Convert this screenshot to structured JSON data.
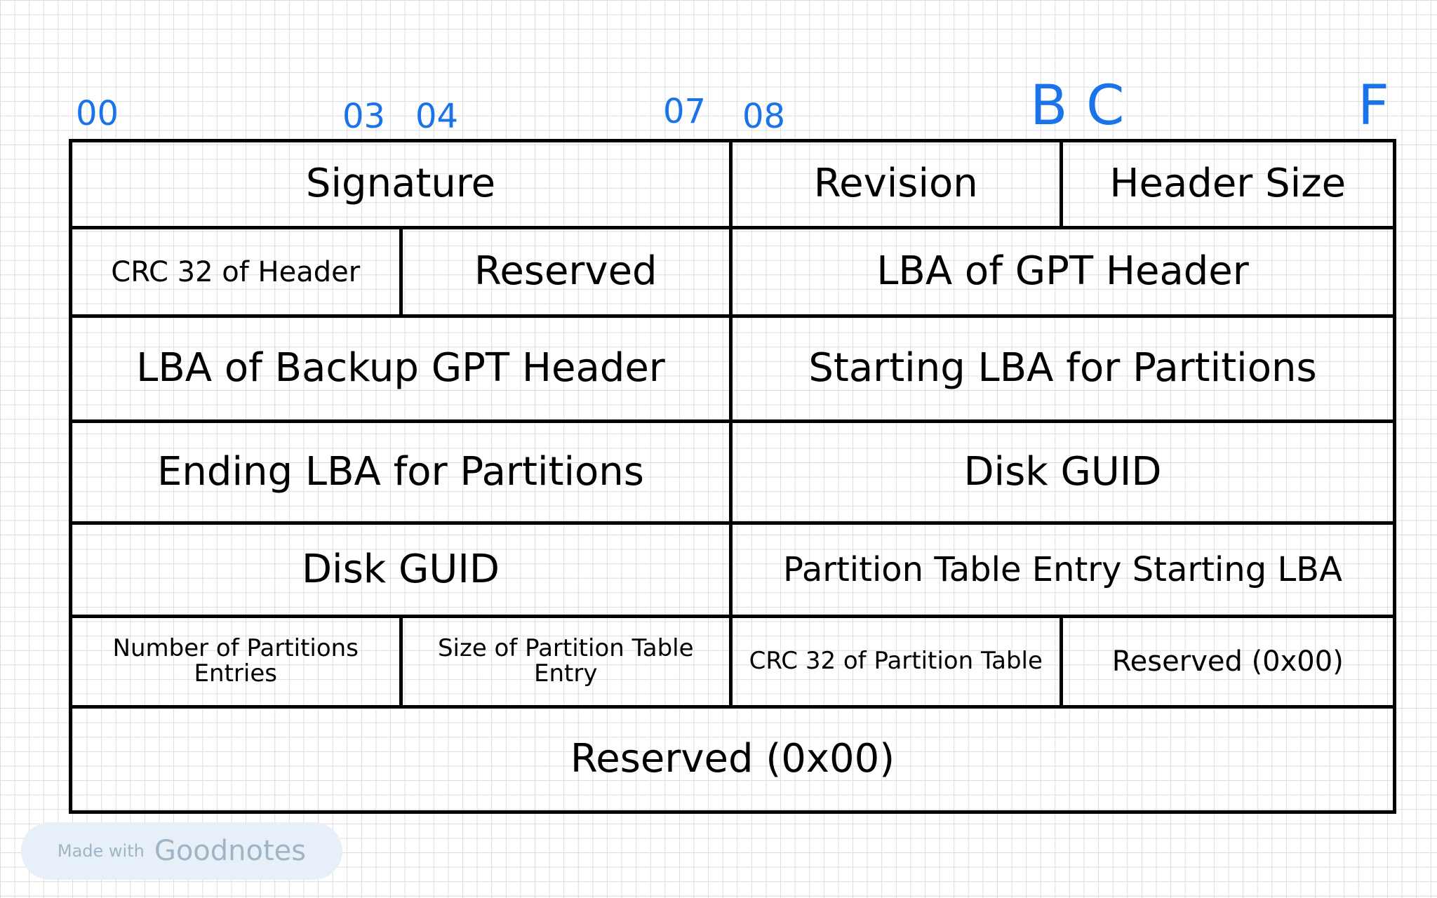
{
  "offsets": [
    "00",
    "03",
    "04",
    "07",
    "08",
    "B",
    "C",
    "F"
  ],
  "rows": [
    [
      {
        "label": "Signature",
        "span": 8
      },
      {
        "label": "Revision",
        "span": 4
      },
      {
        "label": "Header Size",
        "span": 4
      }
    ],
    [
      {
        "label": "CRC 32 of Header",
        "span": 4
      },
      {
        "label": "Reserved",
        "span": 4
      },
      {
        "label": "LBA of GPT Header",
        "span": 8
      }
    ],
    [
      {
        "label": "LBA of Backup GPT Header",
        "span": 8
      },
      {
        "label": "Starting LBA for Partitions",
        "span": 8
      }
    ],
    [
      {
        "label": "Ending LBA for Partitions",
        "span": 8
      },
      {
        "label": "Disk GUID",
        "span": 8
      }
    ],
    [
      {
        "label": "Disk GUID",
        "span": 8
      },
      {
        "label": "Partition Table Entry Starting LBA",
        "span": 8
      }
    ],
    [
      {
        "label": "Number of Partitions Entries",
        "span": 4
      },
      {
        "label": "Size of Partition Table Entry",
        "span": 4
      },
      {
        "label": "CRC 32 of Partition Table",
        "span": 4
      },
      {
        "label": "Reserved (0x00)",
        "span": 4
      }
    ],
    [
      {
        "label": "Reserved (0x00)",
        "span": 16
      }
    ]
  ],
  "watermark": {
    "prefix": "Made with",
    "brand": "Goodnotes"
  }
}
